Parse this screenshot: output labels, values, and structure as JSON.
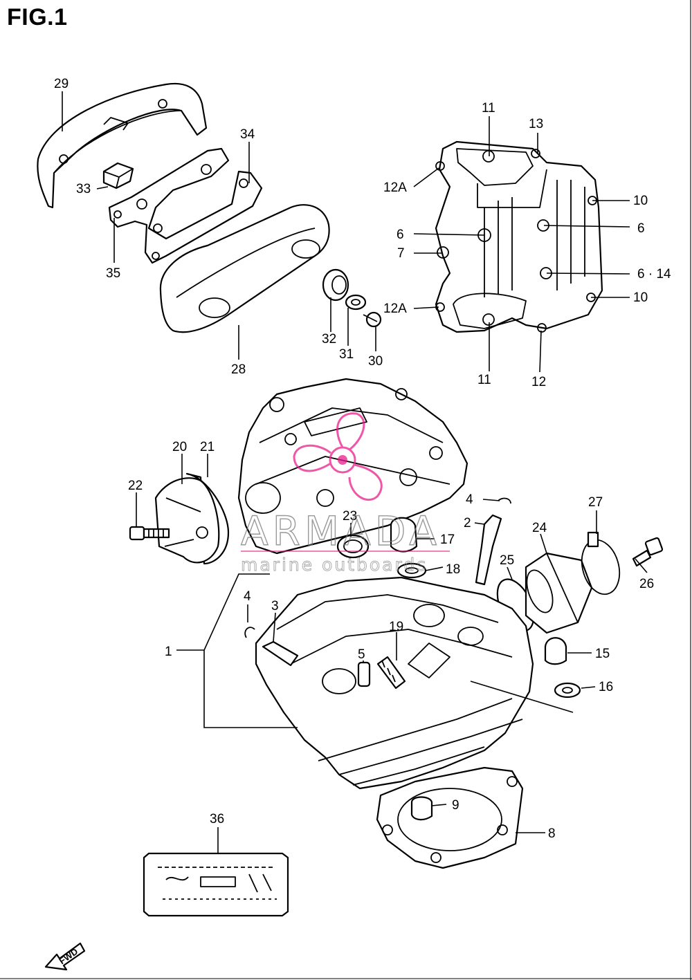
{
  "figure": {
    "title": "FIG.1"
  },
  "watermark": {
    "brand": "ARMADA",
    "tagline": "marine outboards",
    "color": "#e91e8c"
  },
  "fwd_marker": {
    "label": "FWD"
  },
  "callouts": {
    "c1": "1",
    "c2": "2",
    "c3": "3",
    "c4a": "4",
    "c4b": "4",
    "c5": "5",
    "c6a": "6",
    "c6b": "6",
    "c6c": "6 · 14",
    "c7": "7",
    "c8": "8",
    "c9": "9",
    "c10a": "10",
    "c10b": "10",
    "c11a": "11",
    "c11b": "11",
    "c12": "12",
    "c12Aa": "12A",
    "c12Ab": "12A",
    "c13": "13",
    "c15": "15",
    "c16": "16",
    "c17": "17",
    "c18": "18",
    "c19": "19",
    "c20": "20",
    "c21": "21",
    "c22": "22",
    "c23": "23",
    "c24": "24",
    "c25": "25",
    "c26": "26",
    "c27": "27",
    "c28": "28",
    "c29": "29",
    "c30": "30",
    "c31": "31",
    "c32": "32",
    "c33": "33",
    "c34": "34",
    "c35": "35",
    "c36": "36"
  }
}
